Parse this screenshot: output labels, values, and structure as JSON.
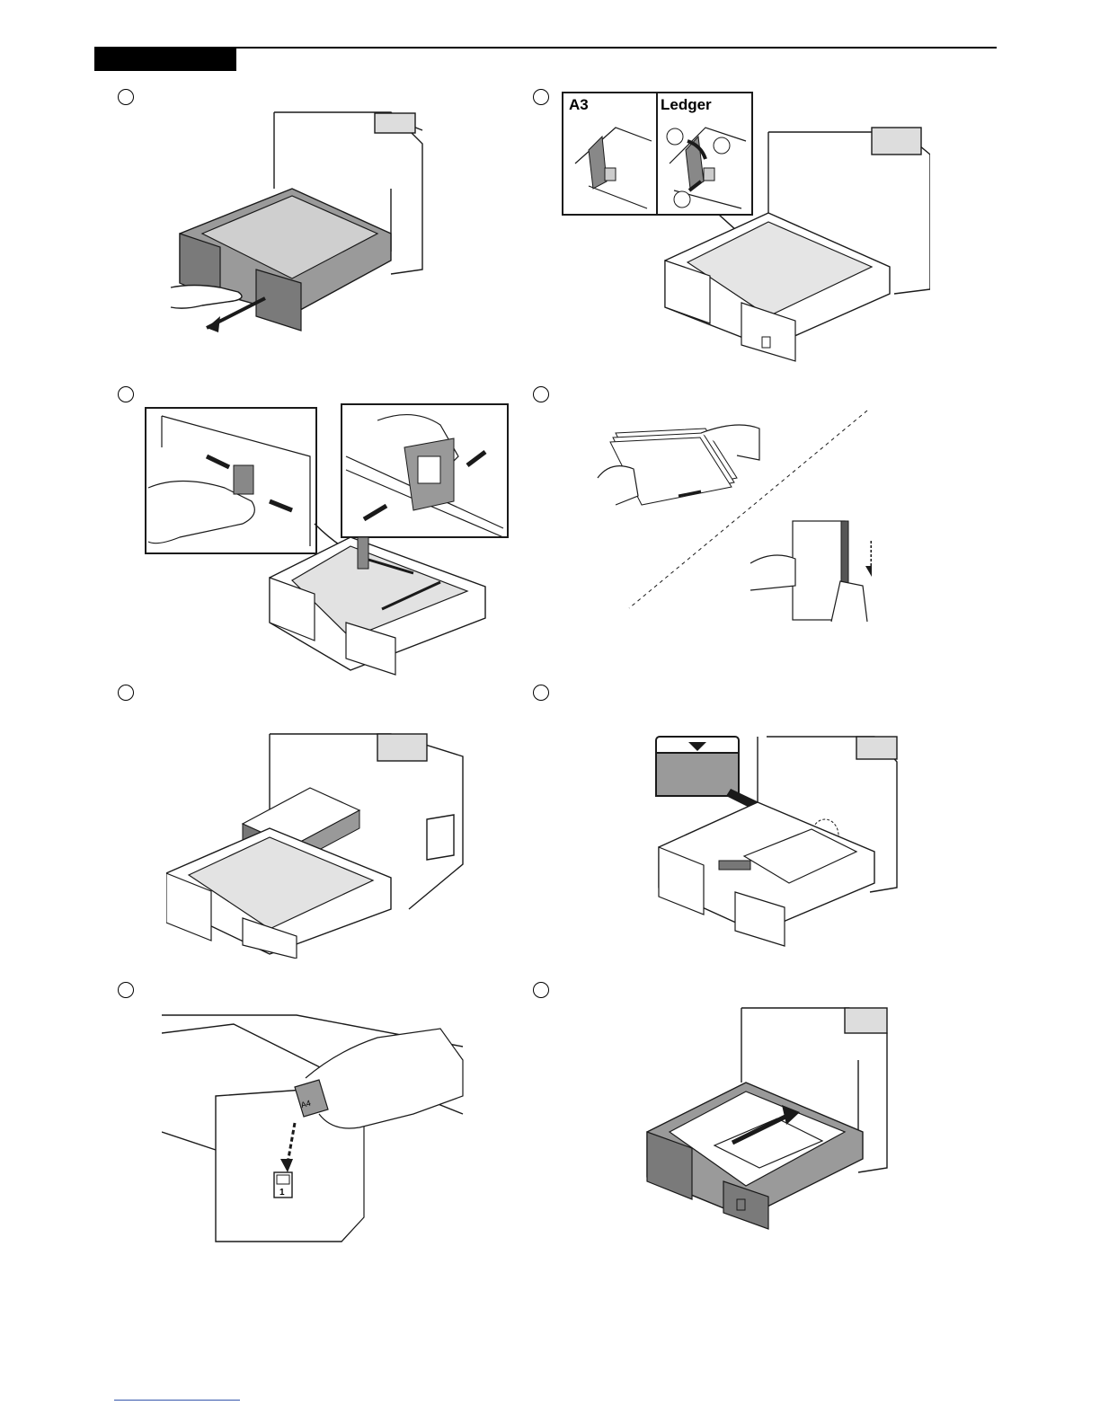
{
  "step1_inset": {
    "left_label": "A3",
    "right_label": "Ledger"
  },
  "step7_tag": {
    "size_text": "A4",
    "slot_number": "1"
  },
  "colors": {
    "line": "#1a1a1a",
    "tray_grey": "#8c8c8c",
    "panel_grey": "#b8b8b8",
    "level_grey": "#9a9a9a"
  }
}
